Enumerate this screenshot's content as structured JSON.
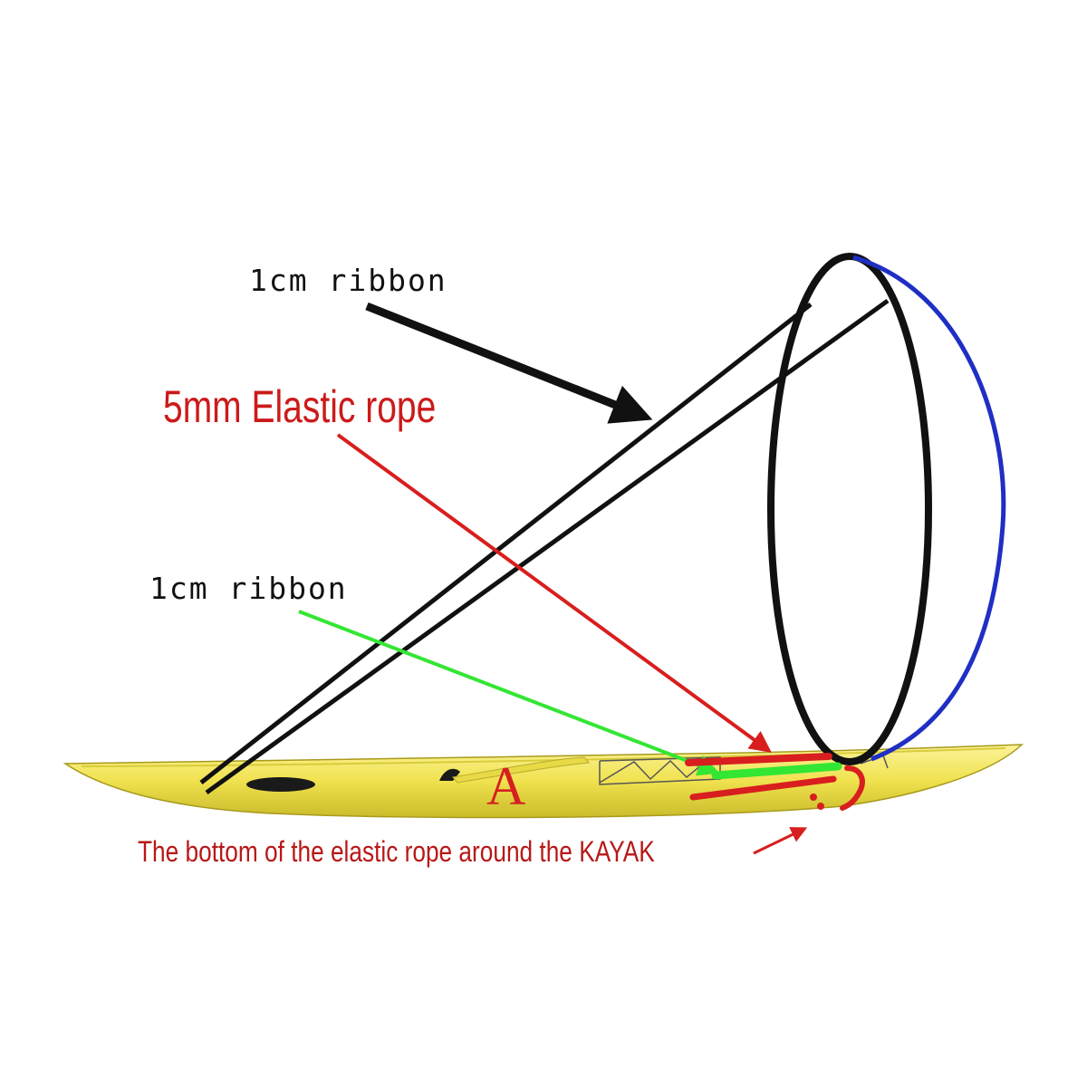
{
  "labels": {
    "ribbon_top": "1cm ribbon",
    "elastic_rope": "5mm Elastic rope",
    "ribbon_mid": "1cm ribbon",
    "bottom_note": "The bottom of the elastic rope around the KAYAK",
    "hull_letter": "A"
  },
  "colors": {
    "kayak": "#f2e65a",
    "ribbon": "#111111",
    "elastic": "#d81e1e",
    "elastic_arc": "#1f2fc4",
    "ribbon_marker": "#33e633"
  }
}
